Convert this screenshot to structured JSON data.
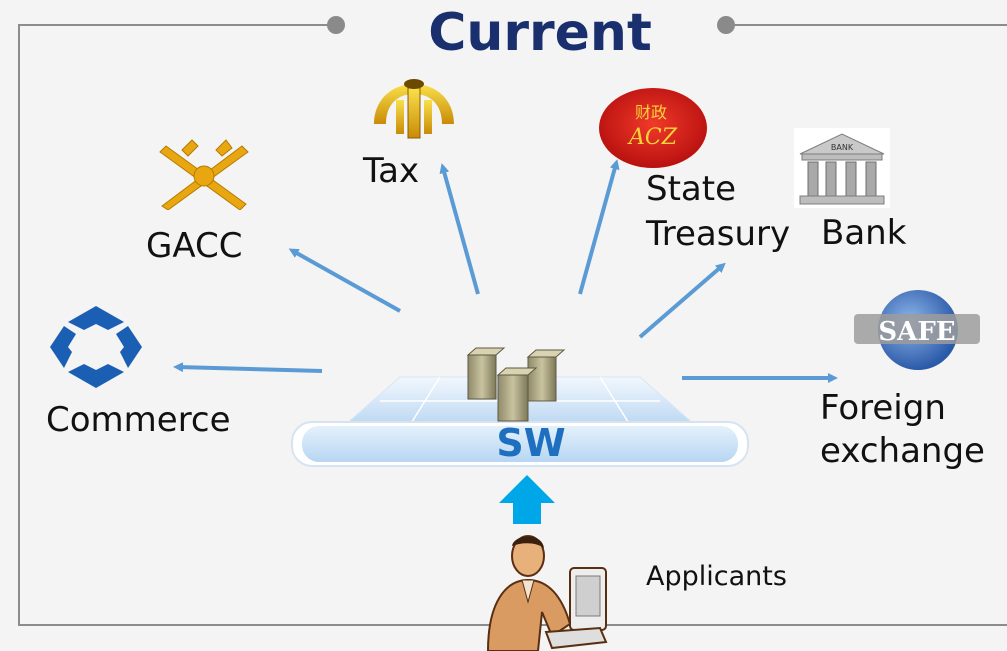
{
  "title": "Current",
  "hub": {
    "label": "SW"
  },
  "nodes": {
    "tax": {
      "label": "Tax"
    },
    "gacc": {
      "label": "GACC"
    },
    "state_treasury": {
      "line1": "State",
      "line2": "Treasury",
      "logo_line1": "财政",
      "logo_line2": "ACZ"
    },
    "bank": {
      "label": "Bank",
      "sign": "BANK"
    },
    "safe": {
      "logo_text": "SAFE"
    },
    "commerce": {
      "label": "Commerce"
    },
    "foreign_exchange": {
      "line1": "Foreign",
      "line2": "exchange"
    },
    "applicants": {
      "label": "Applicants"
    }
  },
  "colors": {
    "title": "#1a2f6e",
    "arrow": "#5b9bd5",
    "up_arrow": "#00a7e8",
    "hub_text": "#1f6fc0",
    "frame": "#8c8c8c"
  }
}
